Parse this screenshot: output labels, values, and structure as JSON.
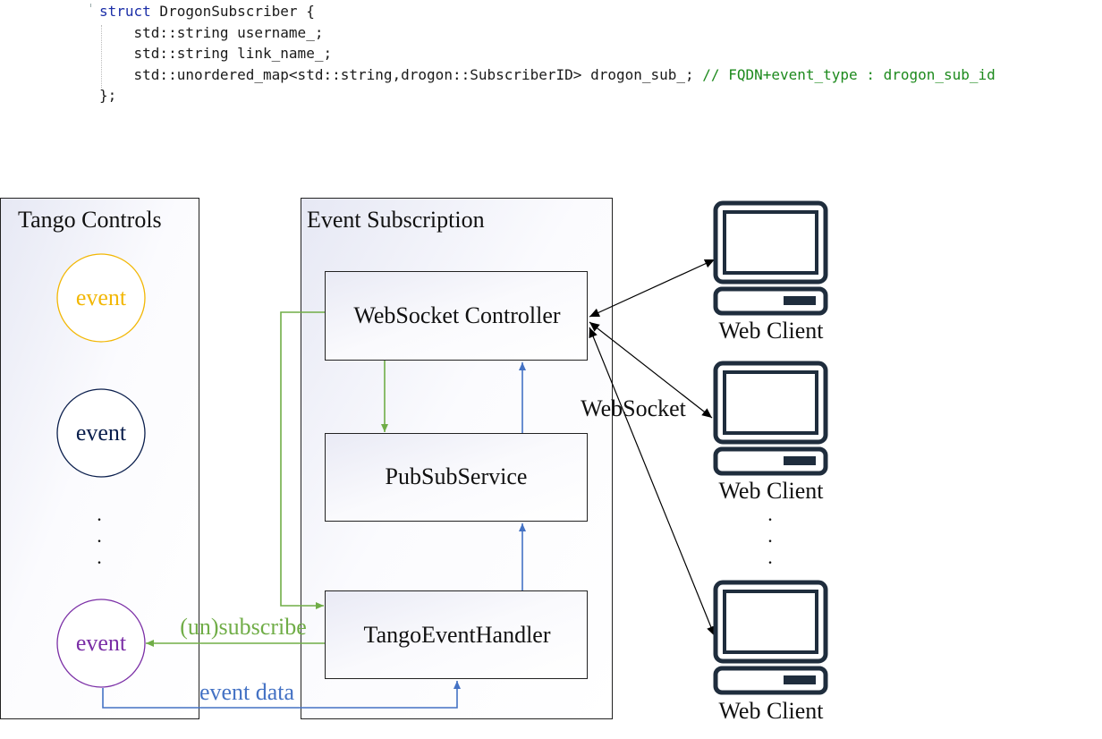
{
  "code": {
    "lines": [
      {
        "kw": "struct",
        "text": " DrogonSubscriber {"
      },
      {
        "text": "    std::string username_;"
      },
      {
        "text": "    std::string link_name_;"
      },
      {
        "text": "    std::unordered_map<std::string,drogon::SubscriberID> drogon_sub_; ",
        "comment": "// FQDN+event_type : drogon_sub_id"
      },
      {
        "text": "};"
      }
    ]
  },
  "diagram": {
    "tango_panel": {
      "title": "Tango Controls"
    },
    "subscription_panel": {
      "title": "Event Subscription"
    },
    "events": [
      {
        "label": "event",
        "color": "#f2b705"
      },
      {
        "label": "event",
        "color": "#0b1f4d"
      },
      {
        "label": "event",
        "color": "#7b2fa6"
      }
    ],
    "ellipsis": ".",
    "boxes": {
      "websocket_controller": "WebSocket Controller",
      "pubsub_service": "PubSubService",
      "tango_event_handler": "TangoEventHandler"
    },
    "edge_labels": {
      "unsubscribe": "(un)subscribe",
      "event_data": "event data",
      "websocket": "WebSocket"
    },
    "clients": [
      "Web Client",
      "Web Client",
      "Web Client"
    ],
    "colors": {
      "green": "#70ad47",
      "blue": "#4472c4",
      "black": "#000000",
      "monitor": "#1f2d3d"
    }
  }
}
